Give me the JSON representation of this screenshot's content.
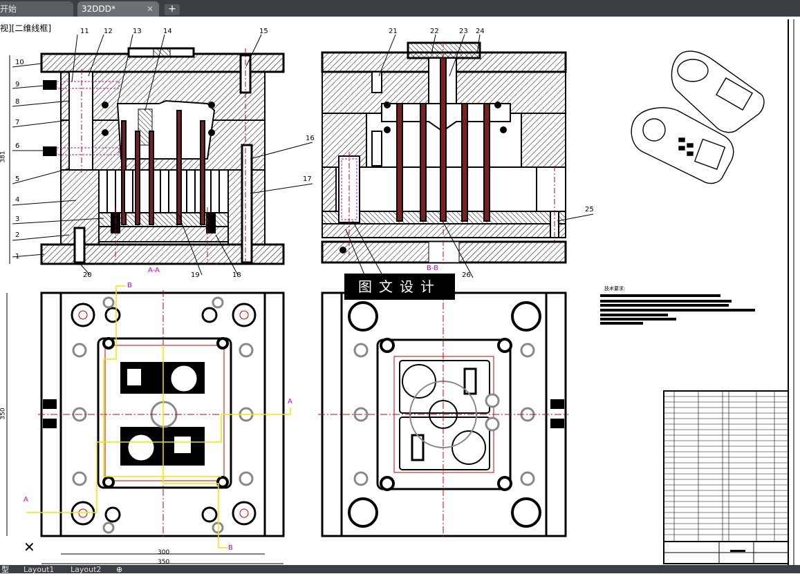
{
  "tabs": [
    {
      "label": "开始"
    },
    {
      "label": "32DDD*"
    }
  ],
  "view_label": "视][二维线框]",
  "watermark": "图文设计",
  "section_labels": {
    "aa": "A-A",
    "bb": "B-B"
  },
  "part_numbers": [
    "1",
    "2",
    "3",
    "4",
    "5",
    "6",
    "7",
    "8",
    "9",
    "10",
    "11",
    "12",
    "13",
    "14",
    "15",
    "16",
    "17",
    "18",
    "19",
    "20",
    "21",
    "22",
    "23",
    "24",
    "25",
    "26"
  ],
  "dimensions": {
    "height_left": "381",
    "height_plan": "350",
    "width_inner": "300",
    "width_outer": "350"
  },
  "plan_markers": {
    "a": "A",
    "b": "B"
  },
  "tech_req_title": "技术要求:",
  "layout_tabs": [
    {
      "label": "型"
    },
    {
      "label": "Layout1"
    },
    {
      "label": "Layout2"
    }
  ],
  "colors": {
    "accent_red": "#cc0000",
    "accent_yellow": "#f2e600",
    "accent_magenta": "#cc00cc",
    "tabbar": "#3b3f44"
  }
}
